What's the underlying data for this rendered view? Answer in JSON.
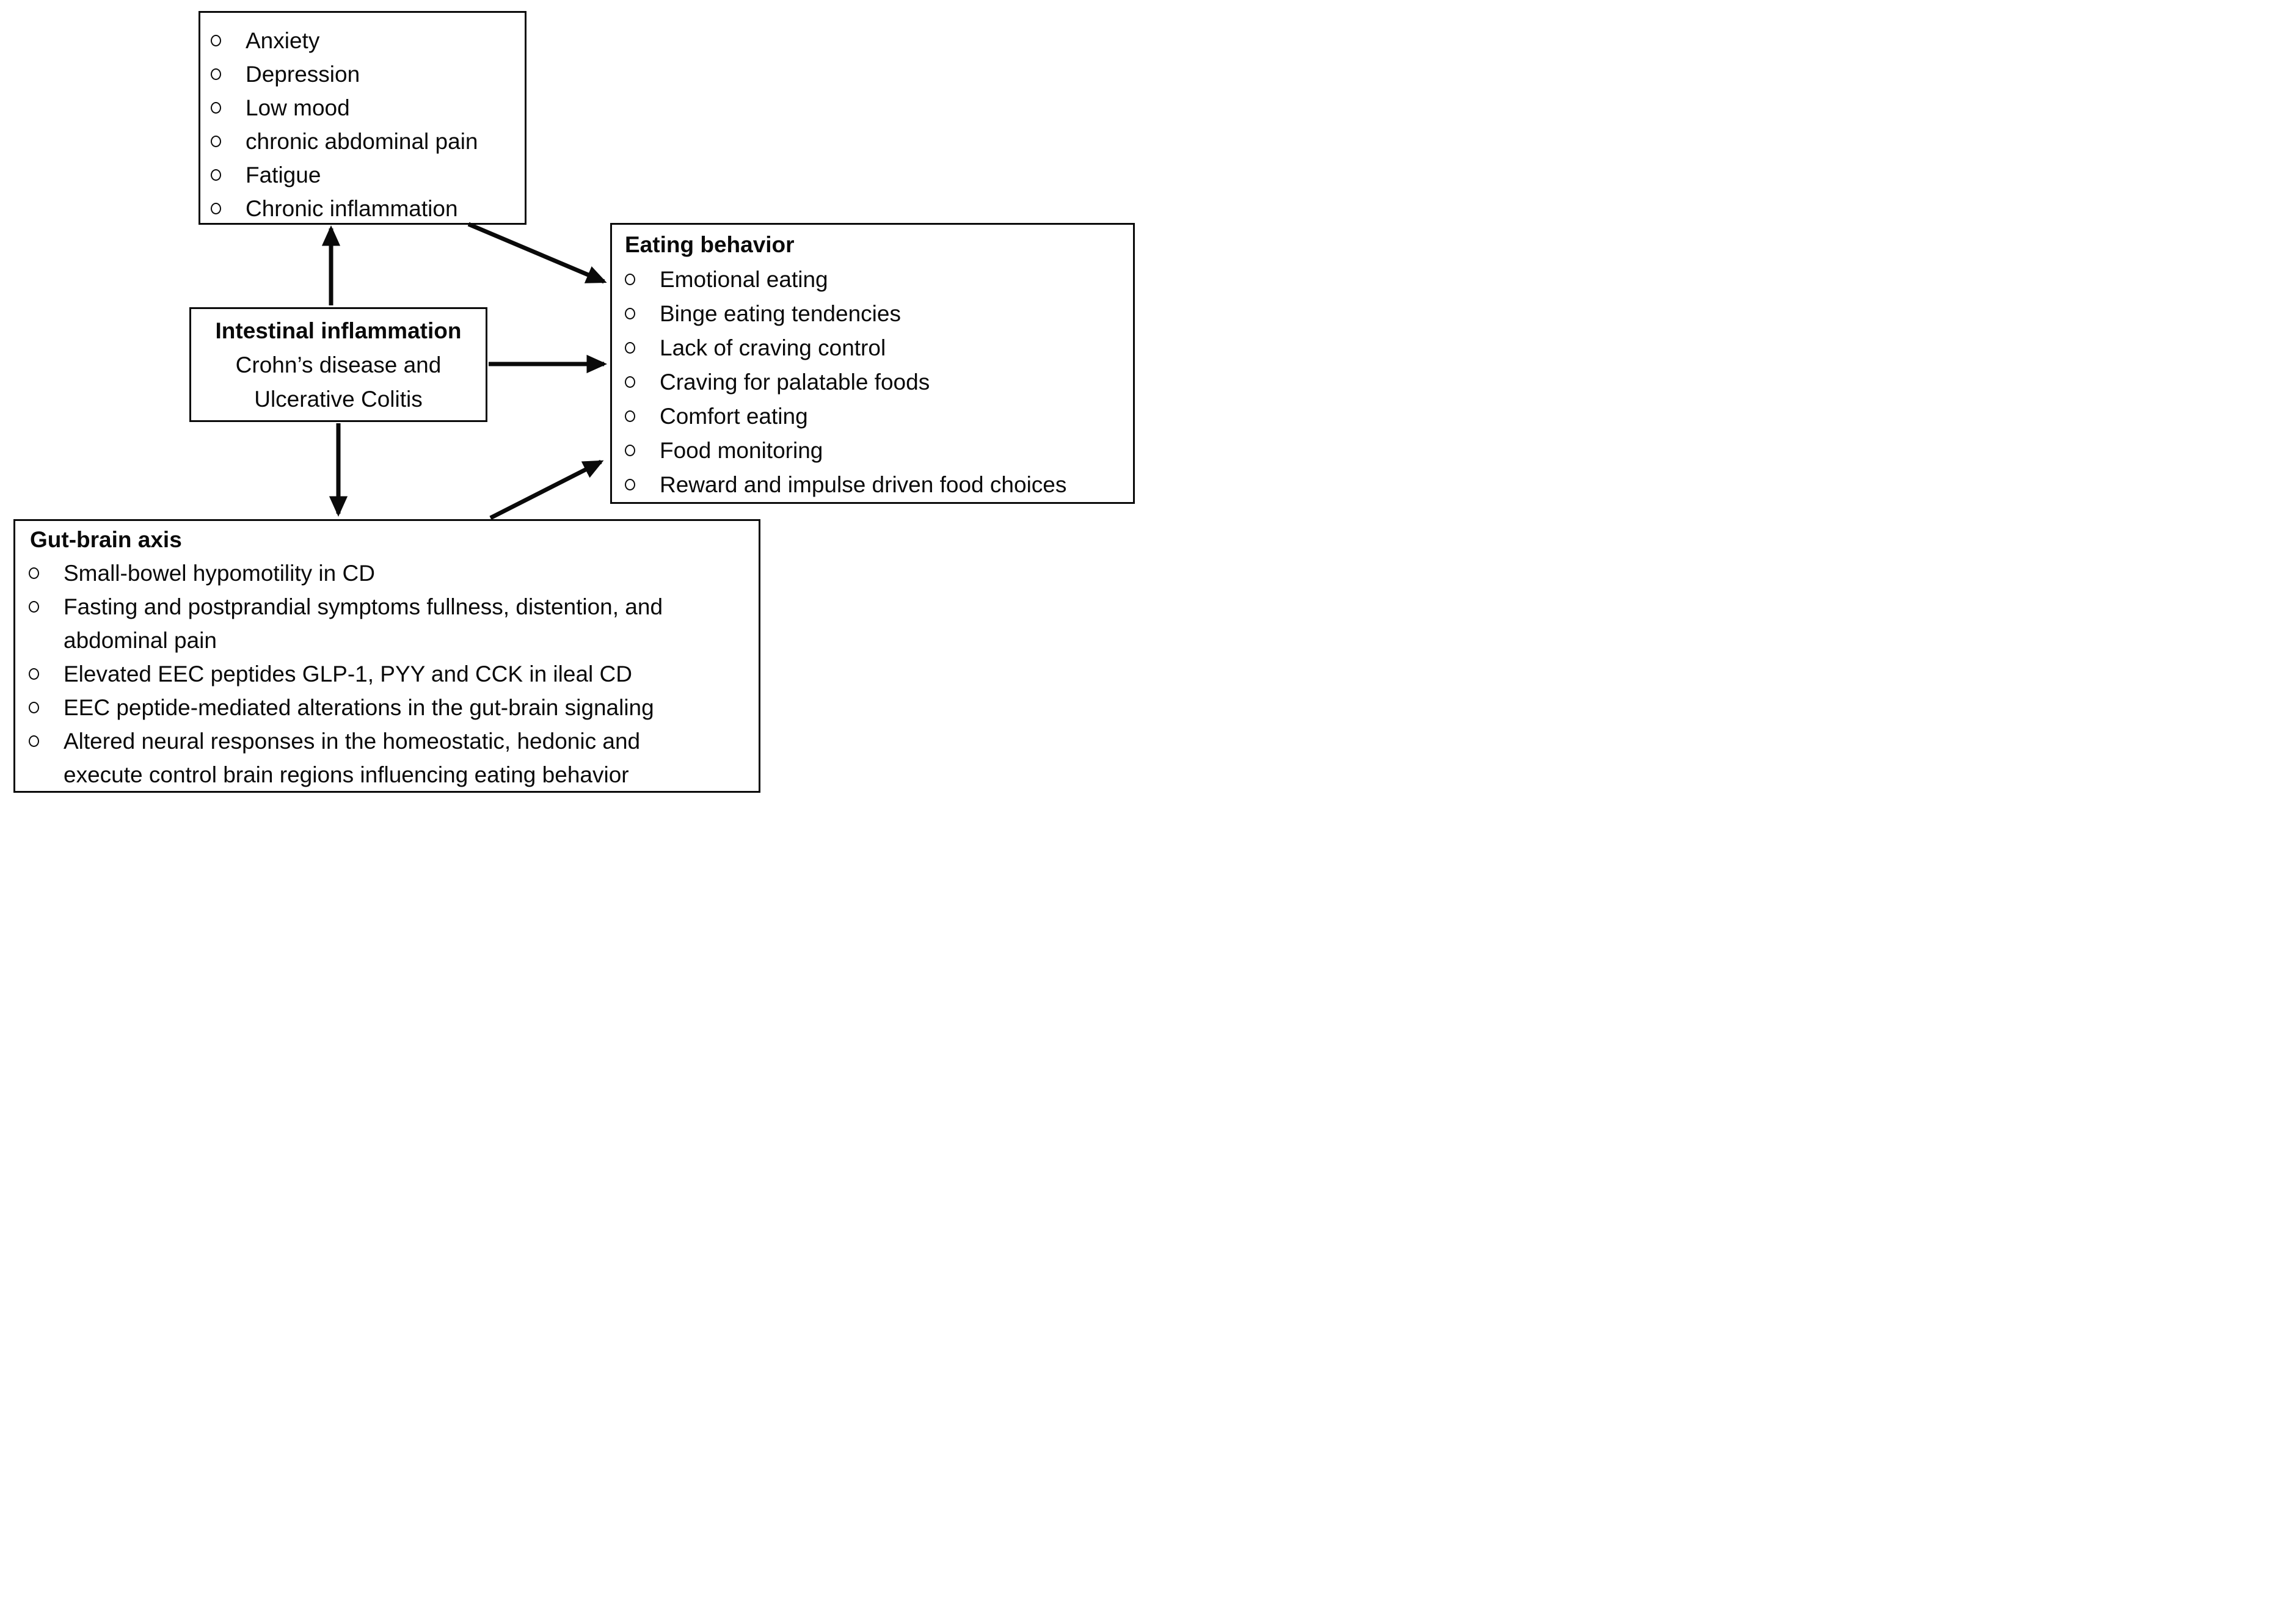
{
  "figure": {
    "background_color": "#ffffff",
    "ink_color": "#0a0a0a"
  },
  "boxes": {
    "symptoms": {
      "items": [
        "Anxiety",
        "Depression",
        "Low mood",
        "chronic abdominal pain",
        "Fatigue",
        "Chronic inflammation"
      ]
    },
    "intestinal": {
      "title": "Intestinal inflammation",
      "lines": [
        "Crohn’s disease and",
        "Ulcerative Colitis"
      ]
    },
    "eating": {
      "title": "Eating behavior",
      "items": [
        "Emotional eating",
        "Binge eating tendencies",
        "Lack of craving control",
        "Craving for palatable foods",
        "Comfort eating",
        "Food monitoring",
        "Reward and impulse driven food choices"
      ]
    },
    "gut": {
      "title": "Gut-brain axis",
      "lines": [
        {
          "bullet": true,
          "text": "Small-bowel hypomotility in CD"
        },
        {
          "bullet": true,
          "text": "Fasting and postprandial symptoms fullness, distention, and"
        },
        {
          "bullet": false,
          "text": "abdominal pain"
        },
        {
          "bullet": true,
          "text": "Elevated EEC peptides GLP-1, PYY and CCK in ileal CD"
        },
        {
          "bullet": true,
          "text": "EEC peptide-mediated alterations in the gut-brain signaling"
        },
        {
          "bullet": true,
          "text": "Altered neural responses in the homeostatic, hedonic and"
        },
        {
          "bullet": false,
          "text": "execute control brain regions influencing eating behavior"
        }
      ]
    }
  },
  "edges": [
    {
      "from": "intestinal-inflammation",
      "to": "symptoms"
    },
    {
      "from": "symptoms",
      "to": "eating-behavior"
    },
    {
      "from": "intestinal-inflammation",
      "to": "eating-behavior"
    },
    {
      "from": "intestinal-inflammation",
      "to": "gut-brain-axis"
    },
    {
      "from": "gut-brain-axis",
      "to": "eating-behavior"
    }
  ]
}
